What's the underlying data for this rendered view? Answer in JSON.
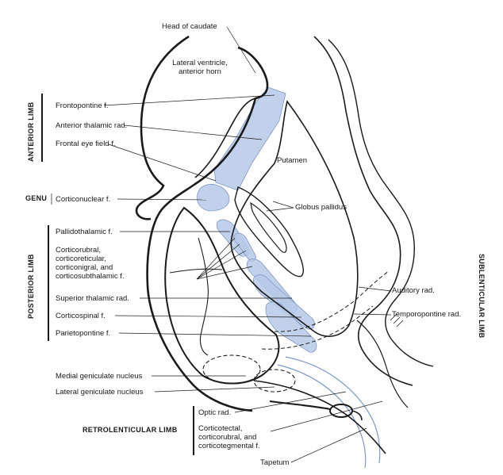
{
  "colors": {
    "tract_fill": "#b7c9e8",
    "tract_edge": "#7d97c6",
    "outline": "#1a1a1a"
  },
  "regions": {
    "anterior_limb": "ANTERIOR LIMB",
    "genu": "GENU",
    "posterior_limb": "POSTERIOR LIMB",
    "retrolenticular_limb": "RETROLENTICULAR LIMB",
    "sublenticular_limb": "SUBLENTICULAR LIMB"
  },
  "labels": {
    "head_of_caudate": "Head of caudate",
    "lateral_ventricle_1": "Lateral ventricle,",
    "lateral_ventricle_2": "anterior horn",
    "putamen": "Putamen",
    "globus_pallidus": "Globus pallidus",
    "frontopontine": "Frontopontine f.",
    "anterior_thalamic": "Anterior thalamic rad.",
    "frontal_eye_field": "Frontal eye field f.",
    "corticonuclear": "Corticonuclear f.",
    "pallidothalamic": "Pallidothalamic f.",
    "corticorubral_1": "Corticorubral,",
    "corticorubral_2": "corticoreticular,",
    "corticorubral_3": "corticonigral, and",
    "corticorubral_4": "corticosubthalamic f.",
    "superior_thalamic": "Superior thalamic rad.",
    "corticospinal": "Corticospinal f.",
    "parietopontine": "Parietopontine f.",
    "medial_geniculate": "Medial geniculate nucleus",
    "lateral_geniculate": "Lateral geniculate nucleus",
    "optic_rad": "Optic rad.",
    "corticotectal_1": "Corticotectal,",
    "corticotectal_2": "corticorubral, and",
    "corticotectal_3": "corticotegmental f.",
    "tapetum": "Tapetum",
    "auditory_rad": "Auditory rad.",
    "temporopontine_rad": "Temporopontine rad."
  }
}
